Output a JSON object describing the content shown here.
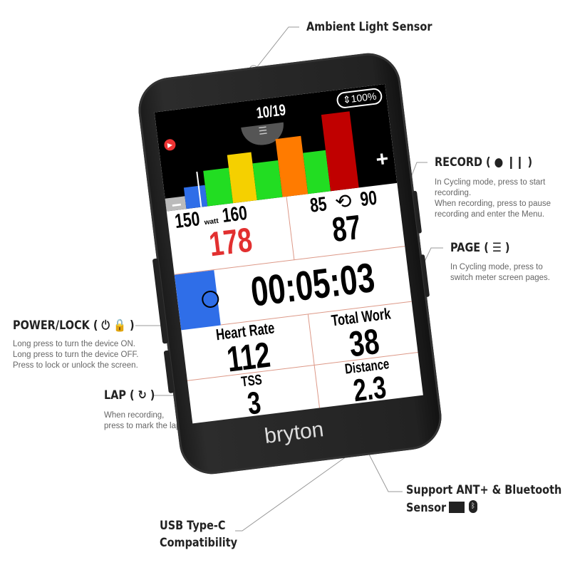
{
  "callouts": {
    "ambient": {
      "title": "Ambient Light Sensor"
    },
    "record": {
      "title": "RECORD ( ● ❙❙ )",
      "desc": [
        "In Cycling mode, press to start",
        "recording.",
        "When recording, press to pause",
        "recording and enter the Menu."
      ]
    },
    "page": {
      "title": "PAGE ( ☰ )",
      "desc": [
        "In Cycling mode, press to",
        "switch meter screen pages."
      ]
    },
    "power": {
      "title": "POWER/LOCK ( ⏻ 🔒 )",
      "desc": [
        "Long press to turn the device ON.",
        "Long press to turn the device OFF.",
        "Press to lock or unlock the screen."
      ]
    },
    "lap": {
      "title": "LAP ( ↻ )",
      "desc": [
        "When recording,",
        "press to mark the lap."
      ]
    },
    "sensor": {
      "title": "Support ANT+ & Bluetooth",
      "title2": "Sensor"
    },
    "usb": {
      "title": "USB Type-C",
      "title2": "Compatibility"
    }
  },
  "screen": {
    "page": "10/19",
    "battery": "100%",
    "power": {
      "low": "150",
      "high": "160",
      "unit": "watt",
      "value": "178"
    },
    "cadence": {
      "low": "85",
      "high": "90",
      "value": "87"
    },
    "timer": "00:05:03",
    "total_work": {
      "label": "Total Work",
      "value": "38"
    },
    "heart_rate": {
      "label": "Heart Rate",
      "value": "112"
    },
    "distance": {
      "label": "Distance",
      "value": "2.3"
    },
    "tss": {
      "label": "TSS",
      "value": "3"
    },
    "zone_colors": [
      "#bbbbbb",
      "#2f6ee8",
      "#22dd22",
      "#f5d000",
      "#22dd22",
      "#ff7b00",
      "#22dd22",
      "#c00000"
    ]
  },
  "brand": "bryton"
}
